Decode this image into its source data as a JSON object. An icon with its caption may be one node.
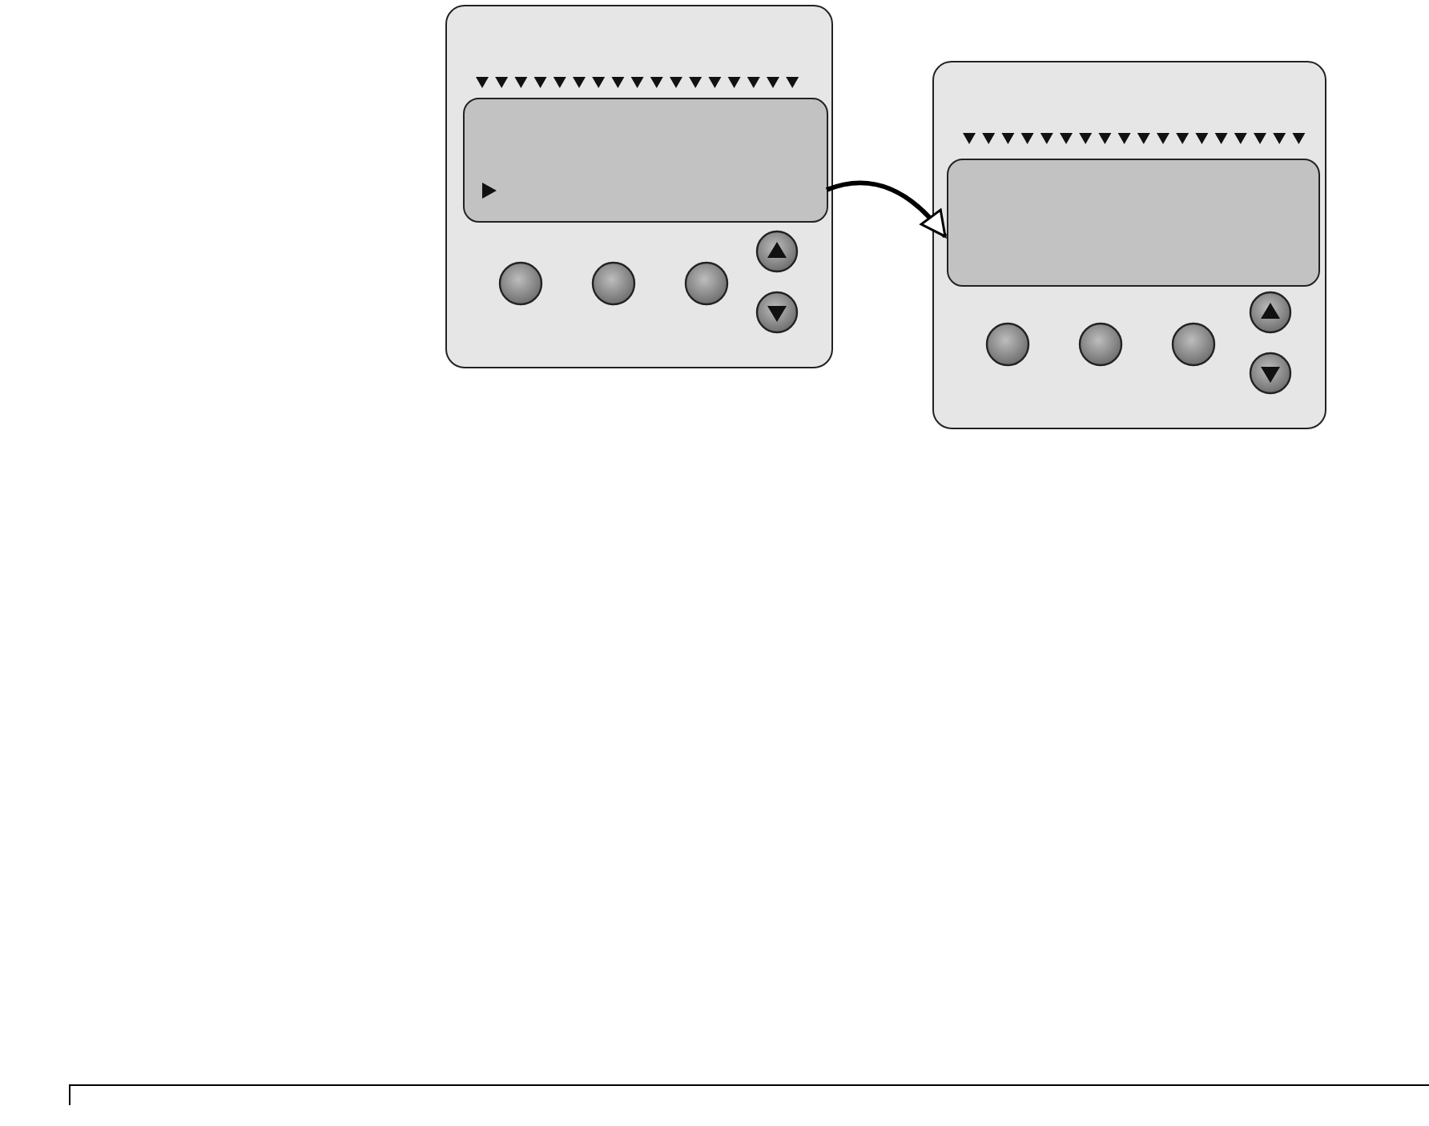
{
  "diagram": {
    "nodes": [
      {
        "text": [],
        "shape": "box"
      },
      {
        "text": [],
        "shape": "box",
        "in": 0
      },
      {
        "text": [],
        "shape": "box"
      },
      {
        "text": [],
        "shape": "box",
        "in": 2
      }
    ],
    "edges": [
      {
        "from": 1,
        "to": 3,
        "arrow": "to"
      }
    ]
  }
}
